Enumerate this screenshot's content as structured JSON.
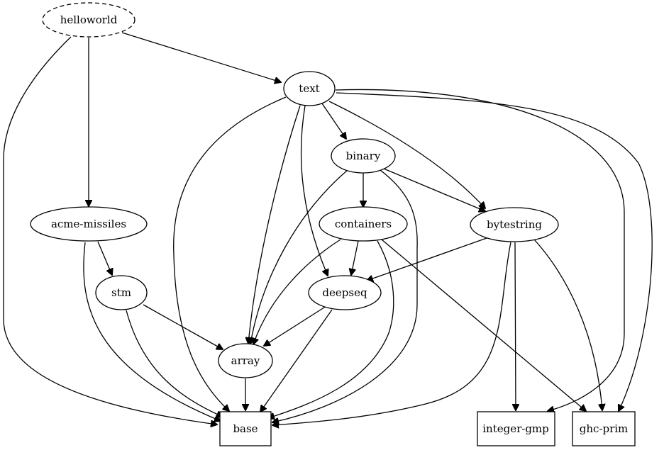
{
  "nodes": {
    "helloworld": "helloworld",
    "text": "text",
    "binary": "binary",
    "acme_missiles": "acme-missiles",
    "containers": "containers",
    "bytestring": "bytestring",
    "stm": "stm",
    "deepseq": "deepseq",
    "array": "array",
    "base": "base",
    "integer_gmp": "integer-gmp",
    "ghc_prim": "ghc-prim"
  },
  "edges": [
    [
      "helloworld",
      "text"
    ],
    [
      "helloworld",
      "acme-missiles"
    ],
    [
      "helloworld",
      "base"
    ],
    [
      "text",
      "binary"
    ],
    [
      "text",
      "bytestring"
    ],
    [
      "text",
      "deepseq"
    ],
    [
      "text",
      "array"
    ],
    [
      "text",
      "base"
    ],
    [
      "text",
      "integer-gmp"
    ],
    [
      "text",
      "ghc-prim"
    ],
    [
      "binary",
      "containers"
    ],
    [
      "binary",
      "bytestring"
    ],
    [
      "binary",
      "array"
    ],
    [
      "binary",
      "base"
    ],
    [
      "acme-missiles",
      "stm"
    ],
    [
      "acme-missiles",
      "base"
    ],
    [
      "containers",
      "deepseq"
    ],
    [
      "containers",
      "array"
    ],
    [
      "containers",
      "base"
    ],
    [
      "containers",
      "ghc-prim"
    ],
    [
      "bytestring",
      "deepseq"
    ],
    [
      "bytestring",
      "base"
    ],
    [
      "bytestring",
      "integer-gmp"
    ],
    [
      "bytestring",
      "ghc-prim"
    ],
    [
      "stm",
      "array"
    ],
    [
      "stm",
      "base"
    ],
    [
      "deepseq",
      "array"
    ],
    [
      "deepseq",
      "base"
    ],
    [
      "array",
      "base"
    ]
  ]
}
